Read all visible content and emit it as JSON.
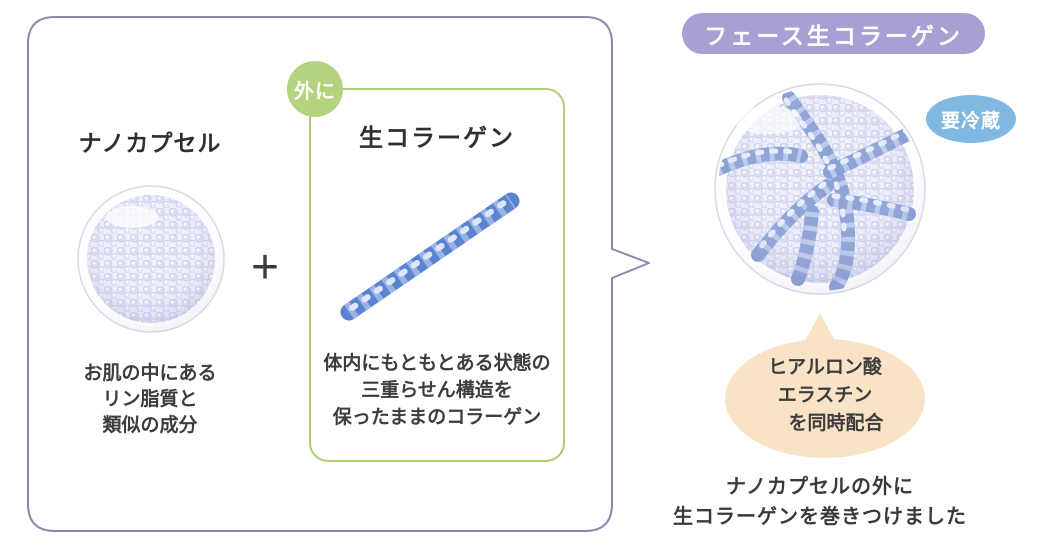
{
  "colors": {
    "panel_outline": "#8b88ab",
    "collagen_box_outline": "#a9cf72",
    "outside_badge_bg": "#b3d37e",
    "product_pill_bg": "#a89fd3",
    "refrigerate_badge_bg": "#7fb9e2",
    "ingredient_bubble_bg": "#f9e3c7",
    "text": "#3d3d3d",
    "collagen_blue": "#5c83cf",
    "capsule_lavender": "#dcdff3"
  },
  "left_panel": {
    "nano_capsule": {
      "title": "ナノカプセル",
      "caption_lines": [
        "お肌の中にある",
        "リン脂質と",
        "類似の成分"
      ]
    },
    "plus_sign": "+",
    "collagen_box": {
      "outside_badge": "外に",
      "title": "生コラーゲン",
      "caption_lines": [
        "体内にもともとある状態の",
        "三重らせん構造を",
        "保ったままのコラーゲン"
      ]
    }
  },
  "right_panel": {
    "product_name": "フェース生コラーゲン",
    "refrigerate_badge": "要冷蔵",
    "ingredient_bubble_lines": [
      "ヒアルロン酸",
      "エラスチン",
      "を同時配合"
    ],
    "result_caption_lines": [
      "ナノカプセルの外に",
      "生コラーゲンを巻きつけました"
    ]
  }
}
